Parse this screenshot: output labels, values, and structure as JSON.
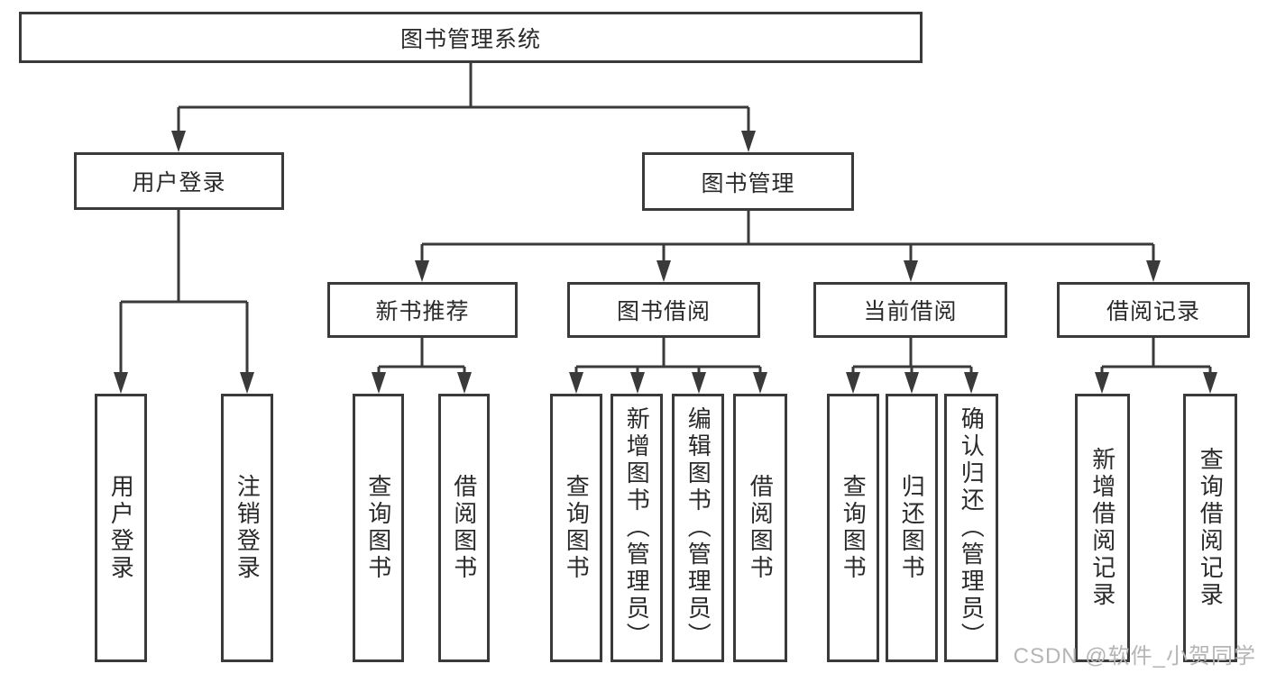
{
  "diagram_type": "hierarchy-tree",
  "tree": {
    "label": "图书管理系统",
    "children": [
      {
        "label": "用户登录",
        "children": [
          {
            "label": "用户登录"
          },
          {
            "label": "注销登录"
          }
        ]
      },
      {
        "label": "图书管理",
        "children": [
          {
            "label": "新书推荐",
            "children": [
              {
                "label": "查询图书"
              },
              {
                "label": "借阅图书"
              }
            ]
          },
          {
            "label": "图书借阅",
            "children": [
              {
                "label": "查询图书"
              },
              {
                "label": "新增图书（管理员）"
              },
              {
                "label": "编辑图书（管理员）"
              },
              {
                "label": "借阅图书"
              }
            ]
          },
          {
            "label": "当前借阅",
            "children": [
              {
                "label": "查询图书"
              },
              {
                "label": "归还图书"
              },
              {
                "label": "确认归还（管理员）"
              }
            ]
          },
          {
            "label": "借阅记录",
            "children": [
              {
                "label": "新增借阅记录"
              },
              {
                "label": "查询借阅记录"
              }
            ]
          }
        ]
      }
    ]
  },
  "watermark": {
    "text": "CSDN @软件_小贺同学"
  },
  "colors": {
    "line": "#3a3a3a",
    "box_border": "#3a3a3a",
    "box_fill": "#ffffff",
    "text": "#2a2a2a",
    "watermark": "#b5b5b5",
    "background": "#ffffff"
  }
}
